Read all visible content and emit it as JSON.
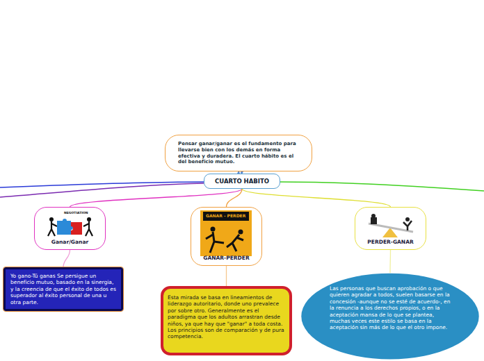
{
  "diagram": {
    "nodes": [
      {
        "text": [
          "Pensar ganar/ganar es el fundamento para llevarse bien con los demás en forma efectiva y duradera. El cuarto hábito es el del beneficio mutuo."
        ]
      },
      {
        "text": [
          "CUARTO HABITO"
        ]
      },
      {
        "text": [
          "Ganar/Ganar"
        ]
      },
      {
        "text": [
          "GANAR-PERDER"
        ]
      },
      {
        "text": [
          "PERDER-GANAR"
        ]
      },
      {
        "text": [
          "Yo gano-Tú ganas Se persigue un beneficio mutuo, basado en la sinergia, y la creencia de que el éxito de todos es superador al éxito personal de una u otra parte."
        ]
      },
      {
        "text": [
          "Esta mirada se basa en lineamientos de liderazgo autoritario, donde uno prevalece por sobre otro. Generalmente es el paradigma que los adultos arrastran desde niños, ya que hay que \"ganar\" a toda costa. Los principios son de comparación y de pura competencia."
        ]
      },
      {
        "text": [
          "Las personas que buscan aprobación o que quieren agradar a todos, suelen basarse en la concesión -aunque no se esté de acuerdo-, en la renuncia a los derechos propios, o en la aceptación mansa de lo que se plantea, muchas veces este estilo se basa en la aceptación sin más de lo que el otro impone."
        ]
      }
    ],
    "edges": [
      {
        "from": 0,
        "to": 1,
        "arrow": "both"
      },
      {
        "from": 1,
        "to": 2,
        "arrow": "none"
      },
      {
        "from": 1,
        "to": 3,
        "arrow": "none"
      },
      {
        "from": 1,
        "to": 4,
        "arrow": "none"
      },
      {
        "from": 2,
        "to": 5,
        "arrow": "none"
      },
      {
        "from": 3,
        "to": 6,
        "arrow": "none"
      },
      {
        "from": 4,
        "to": 7,
        "arrow": "none"
      }
    ],
    "labels": [
      "NEGOTIATION",
      "GANAR - PERDER"
    ]
  }
}
